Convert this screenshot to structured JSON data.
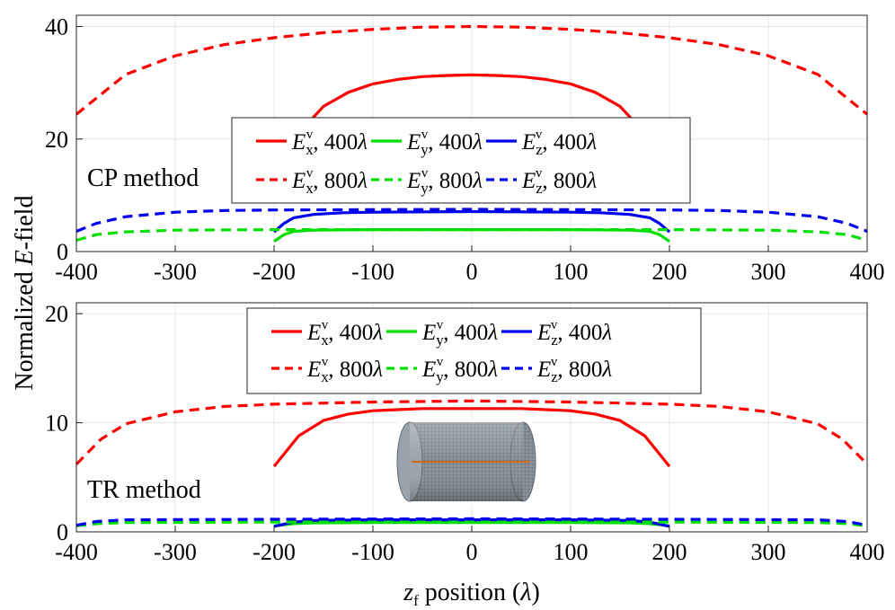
{
  "y_axis_label": {
    "prefix": "Normalized ",
    "italic": "E",
    "suffix": "-field"
  },
  "x_axis_label": {
    "var": "z",
    "sub": "f",
    "rest": " position (",
    "lambda": "λ",
    "close": ")"
  },
  "colors": {
    "x": "#ff0000",
    "y": "#00e000",
    "z": "#0000ee",
    "inset_body": "#8f98a0",
    "inset_rod": "#c8702a"
  },
  "inset_icon": "cylinder-mesh-image",
  "chart_data": [
    {
      "type": "line",
      "annotation": "CP method",
      "xlim": [
        -400,
        400
      ],
      "ylim": [
        0,
        42
      ],
      "xticks": [
        "-400",
        "-300",
        "-200",
        "-100",
        "0",
        "100",
        "200",
        "300",
        "400"
      ],
      "yticks": [
        "0",
        "20",
        "40"
      ],
      "ytick_values": [
        0,
        20,
        40
      ],
      "grid": true,
      "legend_position": "center",
      "series": [
        {
          "name": "E_x^v, 400λ",
          "comp": "x",
          "len": "400",
          "style": "solid",
          "x": [
            -170,
            -150,
            -125,
            -100,
            -75,
            -50,
            -25,
            0,
            25,
            50,
            75,
            100,
            125,
            150,
            170
          ],
          "y": [
            22.0,
            25.8,
            28.3,
            29.8,
            30.6,
            31.1,
            31.3,
            31.4,
            31.3,
            31.1,
            30.6,
            29.8,
            28.3,
            25.8,
            22.0
          ]
        },
        {
          "name": "E_y^v, 400λ",
          "comp": "y",
          "len": "400",
          "style": "solid",
          "x": [
            -200,
            -190,
            -180,
            -160,
            -100,
            0,
            100,
            160,
            180,
            190,
            200
          ],
          "y": [
            1.8,
            3.0,
            3.6,
            3.8,
            3.9,
            3.9,
            3.9,
            3.8,
            3.6,
            3.0,
            1.8
          ]
        },
        {
          "name": "E_z^v, 400λ",
          "comp": "z",
          "len": "400",
          "style": "solid",
          "x": [
            -200,
            -190,
            -180,
            -160,
            -130,
            -100,
            0,
            100,
            130,
            160,
            180,
            190,
            200
          ],
          "y": [
            3.5,
            5.0,
            6.0,
            6.6,
            6.9,
            7.0,
            7.1,
            7.0,
            6.9,
            6.6,
            6.0,
            5.0,
            3.5
          ]
        },
        {
          "name": "E_x^v, 800λ",
          "comp": "x",
          "len": "800",
          "style": "dashed",
          "x": [
            -400,
            -350,
            -300,
            -250,
            -200,
            -150,
            -100,
            -50,
            0,
            50,
            100,
            150,
            200,
            250,
            300,
            350,
            400
          ],
          "y": [
            24.4,
            31.5,
            34.8,
            36.8,
            38.0,
            38.9,
            39.5,
            39.9,
            40.0,
            39.9,
            39.5,
            38.9,
            38.0,
            36.8,
            34.8,
            31.5,
            24.4
          ]
        },
        {
          "name": "E_y^v, 800λ",
          "comp": "y",
          "len": "800",
          "style": "dashed",
          "x": [
            -400,
            -380,
            -350,
            -300,
            -200,
            0,
            200,
            300,
            350,
            380,
            400
          ],
          "y": [
            2.0,
            3.0,
            3.5,
            3.8,
            3.9,
            3.9,
            3.9,
            3.8,
            3.5,
            3.0,
            2.0
          ]
        },
        {
          "name": "E_z^v, 800λ",
          "comp": "z",
          "len": "800",
          "style": "dashed",
          "x": [
            -400,
            -380,
            -350,
            -300,
            -250,
            -200,
            0,
            200,
            250,
            300,
            350,
            380,
            400
          ],
          "y": [
            3.6,
            5.0,
            6.2,
            7.0,
            7.3,
            7.4,
            7.5,
            7.4,
            7.3,
            7.0,
            6.2,
            5.0,
            3.6
          ]
        }
      ]
    },
    {
      "type": "line",
      "annotation": "TR method",
      "xlim": [
        -400,
        400
      ],
      "ylim": [
        0,
        21
      ],
      "xticks": [
        "-400",
        "-300",
        "-200",
        "-100",
        "0",
        "100",
        "200",
        "300",
        "400"
      ],
      "yticks": [
        "0",
        "10",
        "20"
      ],
      "ytick_values": [
        0,
        10,
        20
      ],
      "grid": true,
      "legend_position": "top",
      "series": [
        {
          "name": "E_x^v, 400λ",
          "comp": "x",
          "len": "400",
          "style": "solid",
          "x": [
            -200,
            -175,
            -150,
            -125,
            -100,
            -75,
            -50,
            -25,
            0,
            25,
            50,
            75,
            100,
            125,
            150,
            175,
            200
          ],
          "y": [
            6.0,
            8.8,
            10.2,
            10.8,
            11.1,
            11.2,
            11.3,
            11.3,
            11.3,
            11.3,
            11.3,
            11.2,
            11.1,
            10.8,
            10.2,
            8.8,
            6.0
          ]
        },
        {
          "name": "E_y^v, 400λ",
          "comp": "y",
          "len": "400",
          "style": "solid",
          "x": [
            -200,
            -180,
            -160,
            -100,
            0,
            100,
            160,
            180,
            200
          ],
          "y": [
            0.55,
            0.75,
            0.82,
            0.85,
            0.85,
            0.85,
            0.82,
            0.75,
            0.55
          ]
        },
        {
          "name": "E_z^v, 400λ",
          "comp": "z",
          "len": "400",
          "style": "solid",
          "x": [
            -200,
            -180,
            -160,
            -100,
            0,
            100,
            160,
            180,
            200
          ],
          "y": [
            0.5,
            0.9,
            1.05,
            1.1,
            1.1,
            1.1,
            1.05,
            0.9,
            0.5
          ]
        },
        {
          "name": "E_x^v, 800λ",
          "comp": "x",
          "len": "800",
          "style": "dashed",
          "x": [
            -400,
            -375,
            -350,
            -300,
            -250,
            -200,
            -100,
            0,
            100,
            200,
            250,
            300,
            350,
            375,
            400
          ],
          "y": [
            6.2,
            8.5,
            9.9,
            11.0,
            11.5,
            11.7,
            11.9,
            12.0,
            11.9,
            11.7,
            11.5,
            11.0,
            9.9,
            8.5,
            6.2
          ]
        },
        {
          "name": "E_y^v, 800λ",
          "comp": "y",
          "len": "800",
          "style": "dashed",
          "x": [
            -400,
            -380,
            -350,
            -200,
            0,
            200,
            350,
            380,
            400
          ],
          "y": [
            0.55,
            0.75,
            0.85,
            0.9,
            0.9,
            0.9,
            0.85,
            0.75,
            0.55
          ]
        },
        {
          "name": "E_z^v, 800λ",
          "comp": "z",
          "len": "800",
          "style": "dashed",
          "x": [
            -400,
            -380,
            -350,
            -200,
            0,
            200,
            350,
            380,
            400
          ],
          "y": [
            0.6,
            0.95,
            1.1,
            1.15,
            1.2,
            1.15,
            1.1,
            0.95,
            0.6
          ]
        }
      ]
    }
  ]
}
